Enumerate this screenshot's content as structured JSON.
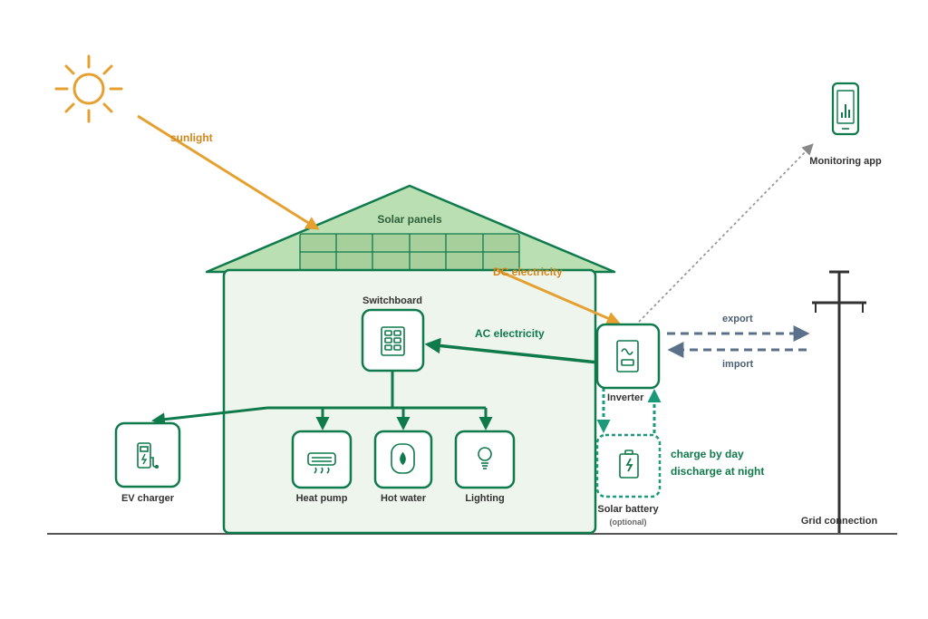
{
  "colors": {
    "green": "#0f7a4b",
    "teal": "#1a9a78",
    "sun_orange": "#e6a030",
    "label_orange": "#d4861b",
    "house_fill": "#eef5ec",
    "roof_fill": "#b9dfb2",
    "panel_fill": "#a6cf9c",
    "grid_grey": "#5a7189",
    "dotted_grey": "#999999",
    "ground": "#555555"
  },
  "labels": {
    "sunlight": "sunlight",
    "solar_panels": "Solar panels",
    "dc_electricity": "DC electricity",
    "switchboard": "Switchboard",
    "ac_electricity": "AC electricity",
    "inverter": "Inverter",
    "monitoring_app": "Monitoring app",
    "export": "export",
    "import": "import",
    "charge_by_day": "charge by day",
    "discharge_at_night": "discharge at night",
    "solar_battery": "Solar battery",
    "optional": "(optional)",
    "grid_connection": "Grid connection",
    "ev_charger": "EV charger",
    "heat_pump": "Heat pump",
    "hot_water": "Hot water",
    "lighting": "Lighting"
  },
  "icons": {
    "sun": "sun-icon",
    "switchboard": "switchboard-icon",
    "inverter": "inverter-icon",
    "battery": "battery-icon",
    "phone": "phone-chart-icon",
    "ev": "ev-charger-icon",
    "heat_pump": "heat-pump-icon",
    "hot_water": "hot-water-icon",
    "lighting": "light-bulb-icon",
    "pole": "utility-pole-icon"
  }
}
